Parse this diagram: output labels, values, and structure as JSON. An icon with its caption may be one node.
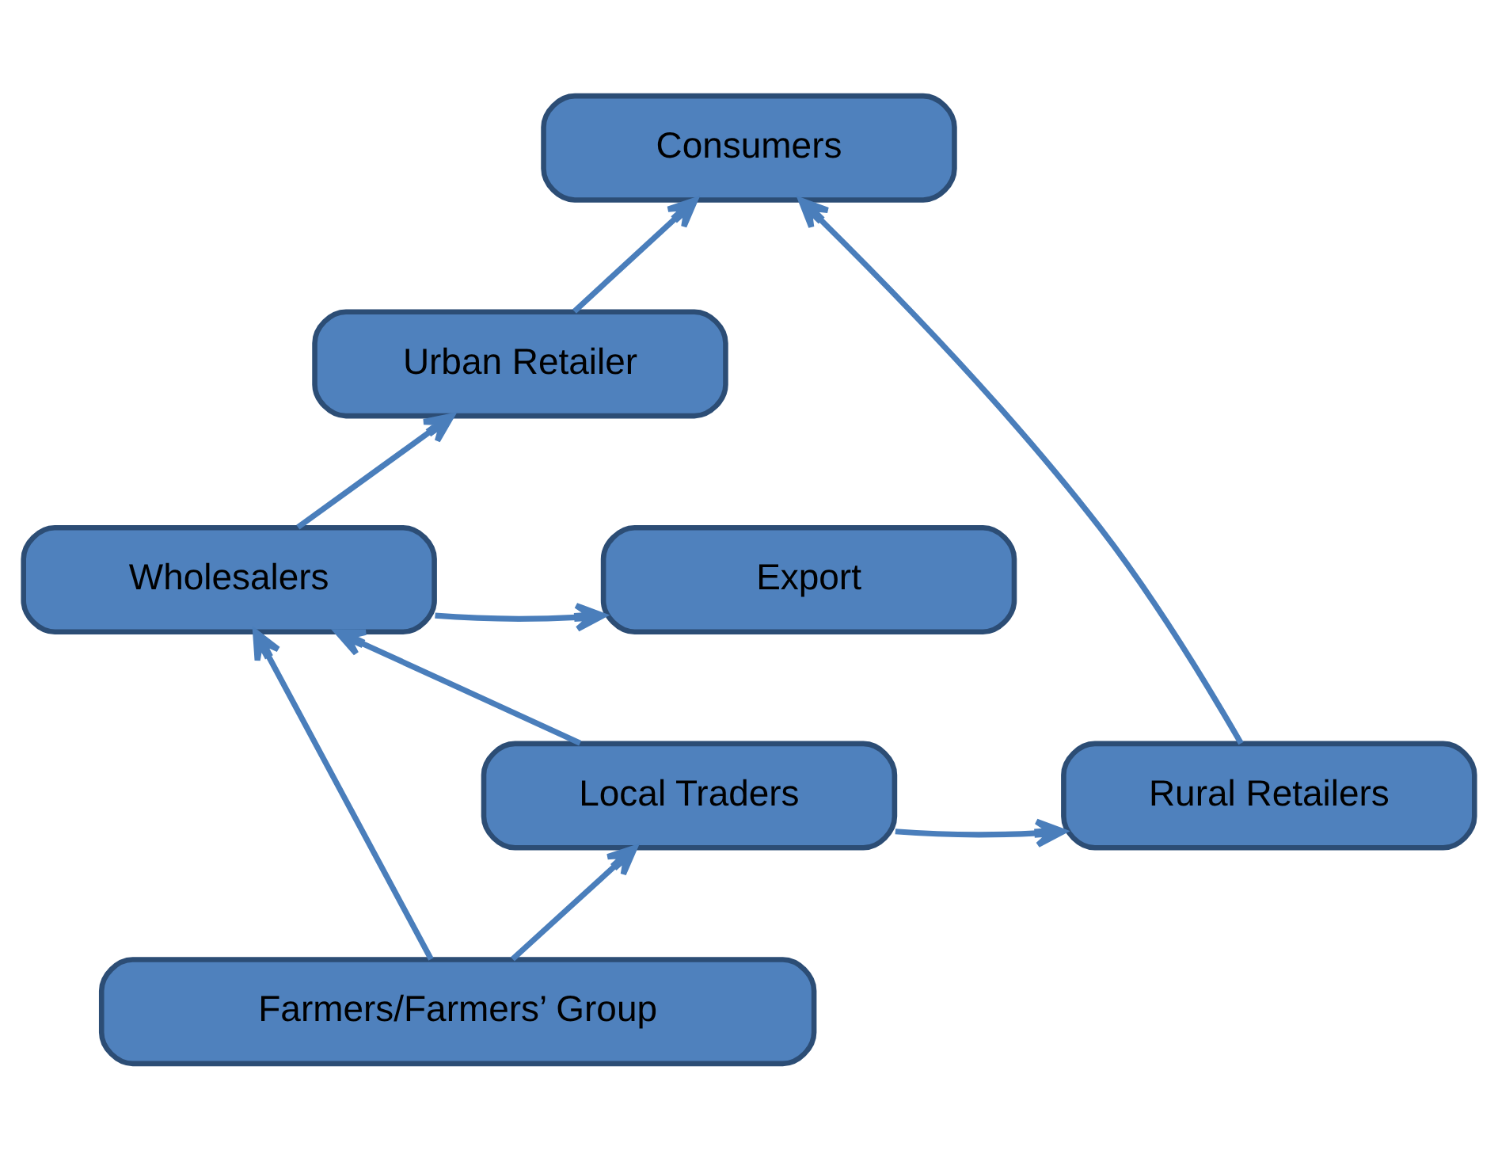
{
  "diagram": {
    "nodes": [
      {
        "text": [
          "Consumers"
        ]
      },
      {
        "text": [
          "Urban Retailer"
        ]
      },
      {
        "text": [
          "Wholesalers"
        ]
      },
      {
        "text": [
          "Export"
        ]
      },
      {
        "text": [
          "Rural Retailers"
        ]
      },
      {
        "text": [
          "Local Traders"
        ]
      },
      {
        "text": [
          "Farmers/Farmers’ Group"
        ]
      }
    ],
    "edges": [
      {
        "from": 1,
        "to": 0,
        "arrow": "to"
      },
      {
        "from": 2,
        "to": 1,
        "arrow": "to"
      },
      {
        "from": 2,
        "to": 3,
        "arrow": "to"
      },
      {
        "from": 5,
        "to": 2,
        "arrow": "to"
      },
      {
        "from": 5,
        "to": 4,
        "arrow": "to"
      },
      {
        "from": 4,
        "to": 0,
        "arrow": "to"
      },
      {
        "from": 6,
        "to": 5,
        "arrow": "to"
      },
      {
        "from": 6,
        "to": 2,
        "arrow": "to"
      }
    ]
  }
}
